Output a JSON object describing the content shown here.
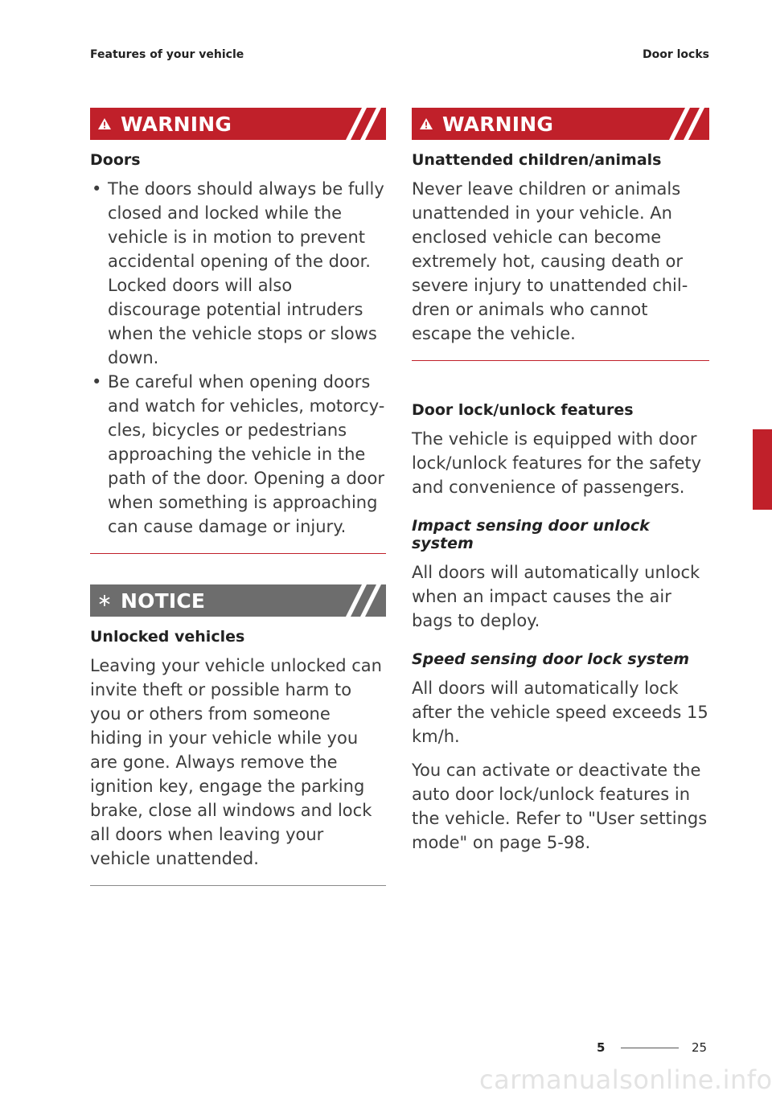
{
  "header": {
    "section": "Features of your vehicle",
    "topic": "Door locks"
  },
  "left": {
    "warning": {
      "label": "WARNING",
      "title": "Doors",
      "bullets": [
        "The doors should always be fully closed and locked while the vehicle is in motion to prevent accidental opening of the door. Locked doors will also discourage potential intruders when the vehicle stops or slows down.",
        "Be careful when opening doors and watch for vehicles, motorcy-cles, bicycles or pedestrians approaching the vehicle in the path of the door. Opening a door when something is approaching can cause damage or injury."
      ]
    },
    "notice": {
      "label": "NOTICE",
      "title": "Unlocked vehicles",
      "text": "Leaving your vehicle unlocked can invite theft or possible harm to you or others from someone hiding in your vehicle while you are gone. Always remove the ignition key, engage the parking brake, close all windows and lock all doors when leaving your vehicle unattended."
    }
  },
  "right": {
    "warning": {
      "label": "WARNING",
      "title": "Unattended children/animals",
      "text": "Never leave children or animals unattended in your vehicle. An enclosed vehicle can become extremely hot, causing death or severe injury to unattended chil-dren or animals who cannot escape the vehicle."
    },
    "features": {
      "title": "Door lock/unlock features",
      "text": "The vehicle is equipped with door lock/unlock features for the safety and convenience of passengers."
    },
    "impact": {
      "title": "Impact sensing door unlock system",
      "text": "All doors will automatically unlock when an impact causes the air bags to deploy."
    },
    "speed": {
      "title": "Speed sensing door lock system",
      "text1": "All doors will automatically lock after the vehicle speed exceeds 15 km/h.",
      "text2": "You can activate or deactivate the auto door lock/unlock features in the vehicle. Refer to \"User settings mode\" on page 5-98."
    }
  },
  "chapter_tab": "5",
  "footer": {
    "chapter": "5",
    "page": "25"
  },
  "watermark": "carmanualsonline.info",
  "icons": {
    "warning": "warning-triangle-icon",
    "notice": "asterisk-icon"
  },
  "colors": {
    "accent": "#c0202a",
    "notice": "#6d6d6d"
  }
}
